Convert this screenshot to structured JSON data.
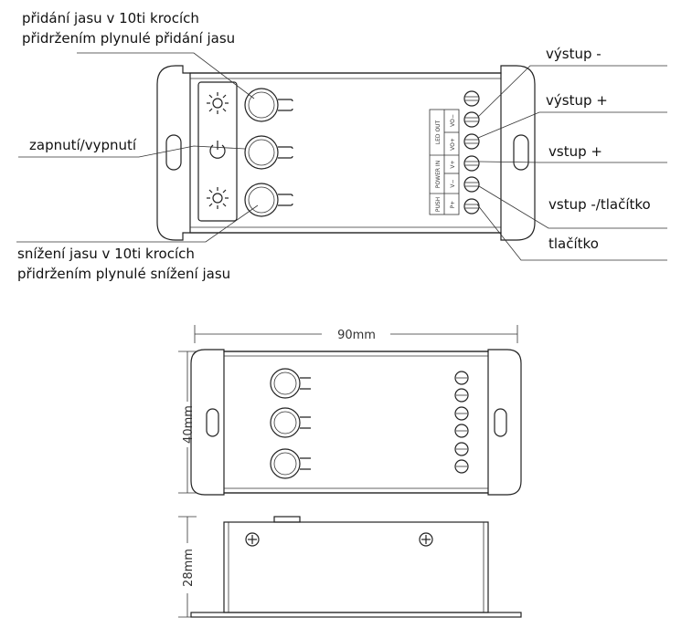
{
  "labels": {
    "increase_line1": "přidání jasu v 10ti krocích",
    "increase_line2": "přidržením plynulé přidání jasu",
    "onoff": "zapnutí/vypnutí",
    "decrease_line1": "snížení jasu v 10ti krocích",
    "decrease_line2": "přidržením plynulé snížení jasu",
    "out_minus": "výstup -",
    "out_plus": "výstup +",
    "in_plus": "vstup +",
    "in_minus_button": "vstup -/tlačítko",
    "button": "tlačítko"
  },
  "terminal_block": {
    "led_out": "LED OUT",
    "power_in": "POWER IN",
    "push": "PUSH",
    "vo_minus": "VO−",
    "vo_plus": "VO+",
    "v_plus": "V+",
    "v_minus": "V−",
    "p_plus": "P+"
  },
  "dimensions": {
    "width": "90mm",
    "height": "40mm",
    "depth": "28mm"
  },
  "icons": [
    "sun-brightness-icon",
    "power-icon",
    "sun-dim-icon"
  ]
}
